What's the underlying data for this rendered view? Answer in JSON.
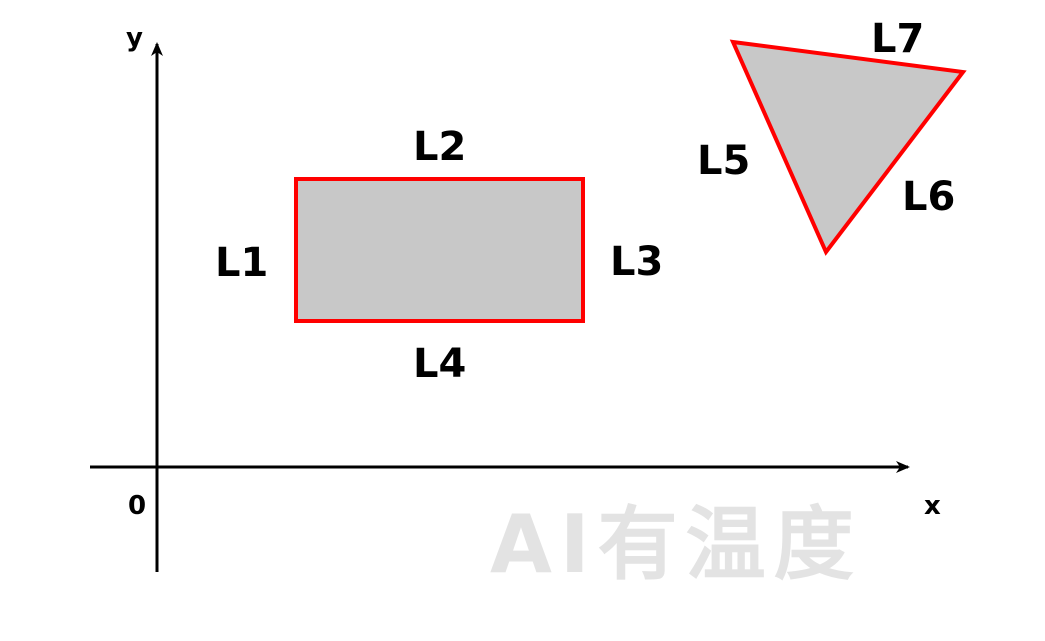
{
  "axes": {
    "x_label": "x",
    "y_label": "y",
    "origin_label": "0"
  },
  "shapes": {
    "rectangle": {
      "fill": "#c8c8c8",
      "stroke": "#ff0000",
      "edges": {
        "left": "L1",
        "top": "L2",
        "right": "L3",
        "bottom": "L4"
      }
    },
    "triangle": {
      "fill": "#c8c8c8",
      "stroke": "#ff0000",
      "edges": {
        "left": "L5",
        "right": "L6",
        "top": "L7"
      }
    }
  },
  "watermark": "AI有温度",
  "colors": {
    "axis": "#000000",
    "outline": "#ff0000",
    "shape_fill": "#c8c8c8",
    "watermark": "#e3e3e3"
  }
}
